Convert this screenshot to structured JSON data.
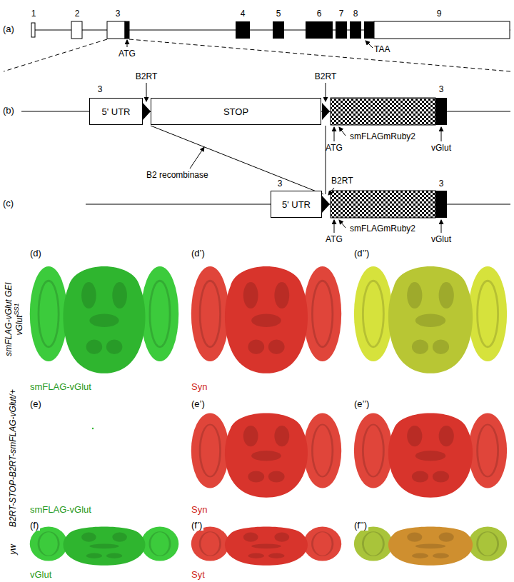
{
  "diagram": {
    "nodes": [
      {
        "text": [
          "5' UTR"
        ]
      },
      {
        "text": [
          "STOP"
        ]
      },
      {
        "text": [
          "5' UTR"
        ]
      },
      {
        "text": [
          "(d)",
          "smFLAG-vGlut"
        ]
      },
      {
        "text": [
          "(d’)",
          "Syn"
        ]
      },
      {
        "text": [
          "(d’’)"
        ]
      },
      {
        "text": [
          "(e)",
          "smFLAG-vGlut"
        ]
      },
      {
        "text": [
          "(e’)",
          "Syn"
        ]
      },
      {
        "text": [
          "(e’’)"
        ]
      },
      {
        "text": [
          "(f)",
          "vGlut"
        ]
      },
      {
        "text": [
          "(f’)",
          "Syt"
        ]
      },
      {
        "text": [
          "(f’’)"
        ]
      }
    ],
    "labels": [
      "(a)",
      "1",
      "2",
      "3",
      "4",
      "5",
      "6",
      "7",
      "8",
      "9",
      "ATG",
      "TAA",
      "(b)",
      "3",
      "B2RT",
      "B2RT",
      "3",
      "smFLAGmRuby2",
      "ATG",
      "vGlut",
      "B2 recombinase",
      "(c)",
      "3",
      "B2RT",
      "3",
      "smFLAGmRuby2",
      "ATG",
      "vGlut",
      "smFLAG-vGlut GEI",
      "vGlut",
      "SS1",
      "B2RT-STOP-B2RT-smFLAG-vGlut/+",
      "yw"
    ]
  }
}
